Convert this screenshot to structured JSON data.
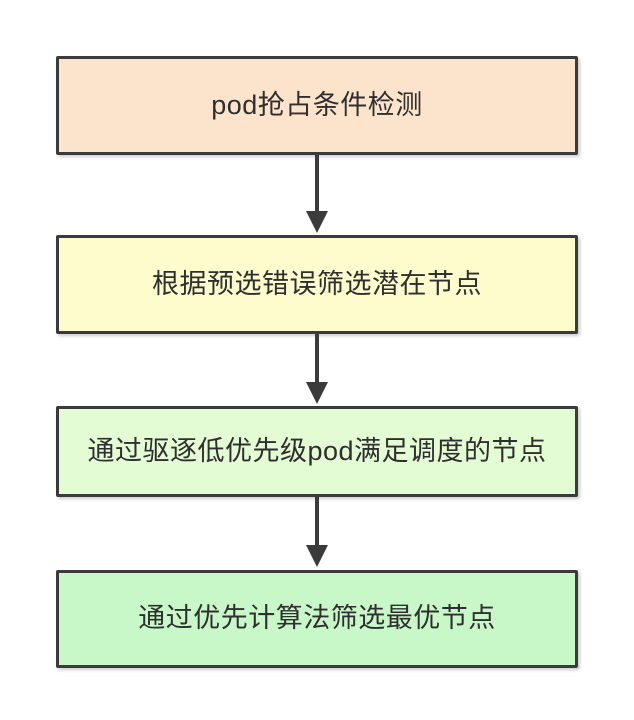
{
  "diagram": {
    "type": "flowchart",
    "orientation": "top-to-bottom",
    "background_color": "#FFFFFF",
    "border_color": "#3B3B3B",
    "text_color": "#2F2F2F",
    "nodes": [
      {
        "id": "node-0",
        "label": "pod抢占条件检测",
        "fill": "#FCE4CC"
      },
      {
        "id": "node-1",
        "label": "根据预选错误筛选潜在节点",
        "fill": "#FCFCCC"
      },
      {
        "id": "node-2",
        "label": "通过驱逐低优先级pod满足调度的节点",
        "fill": "#E4FCD4"
      },
      {
        "id": "node-3",
        "label": "通过优先计算法筛选最优节点",
        "fill": "#C8F8C8"
      }
    ],
    "edges": [
      {
        "id": "edge-0",
        "from": "node-0",
        "to": "node-1",
        "label": "",
        "arrow": "down-arrow-icon"
      },
      {
        "id": "edge-1",
        "from": "node-1",
        "to": "node-2",
        "label": "",
        "arrow": "down-arrow-icon"
      },
      {
        "id": "edge-2",
        "from": "node-2",
        "to": "node-3",
        "label": "",
        "arrow": "down-arrow-icon"
      }
    ]
  }
}
